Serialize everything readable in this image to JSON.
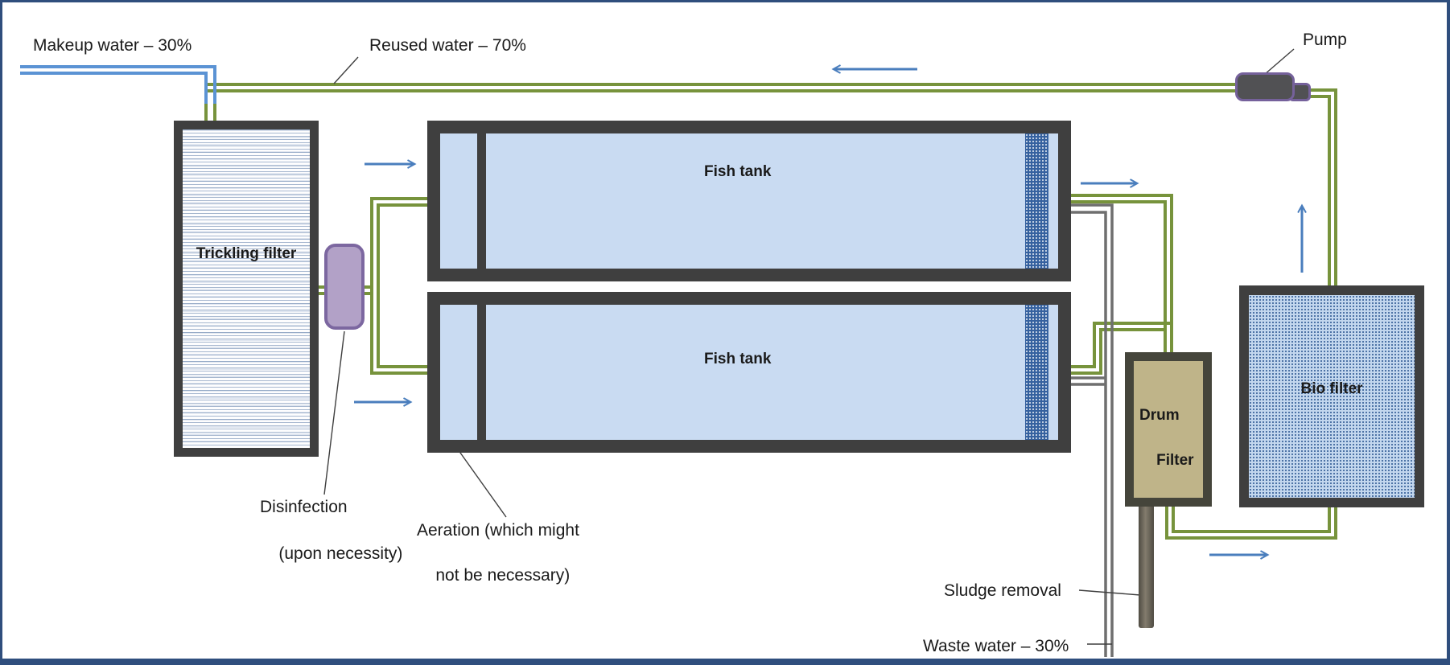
{
  "labels": {
    "makeup_water": "Makeup water – 30%",
    "reused_water": "Reused water – 70%",
    "pump": "Pump",
    "trickling_filter": "Trickling filter",
    "fish_tank_1": "Fish tank",
    "fish_tank_2": "Fish tank",
    "disinfection_line1": "Disinfection",
    "disinfection_line2": "(upon necessity)",
    "aeration_line1": "Aeration (which might",
    "aeration_line2": "not be necessary)",
    "drum_filter_line1": "Drum",
    "drum_filter_line2": "Filter",
    "bio_filter": "Bio filter",
    "sludge_removal": "Sludge removal",
    "waste_water": "Waste water – 30%"
  },
  "colors": {
    "pipe_green": "#77933C",
    "pipe_blue": "#5B93D4",
    "arrow_blue": "#4A7EBD",
    "tank_fill": "#C9DBF2",
    "tank_border": "#3F3F3F",
    "hatch_blue": "#35619F",
    "drum_fill": "#BFB489",
    "bio_fill": "#C3D7EE",
    "purple_fill": "#B2A1C7",
    "purple_border": "#7C67A0",
    "pump_fill": "#515154",
    "gray_pipe": "#6F6F6F",
    "canvas_border": "#2F4E7D"
  }
}
